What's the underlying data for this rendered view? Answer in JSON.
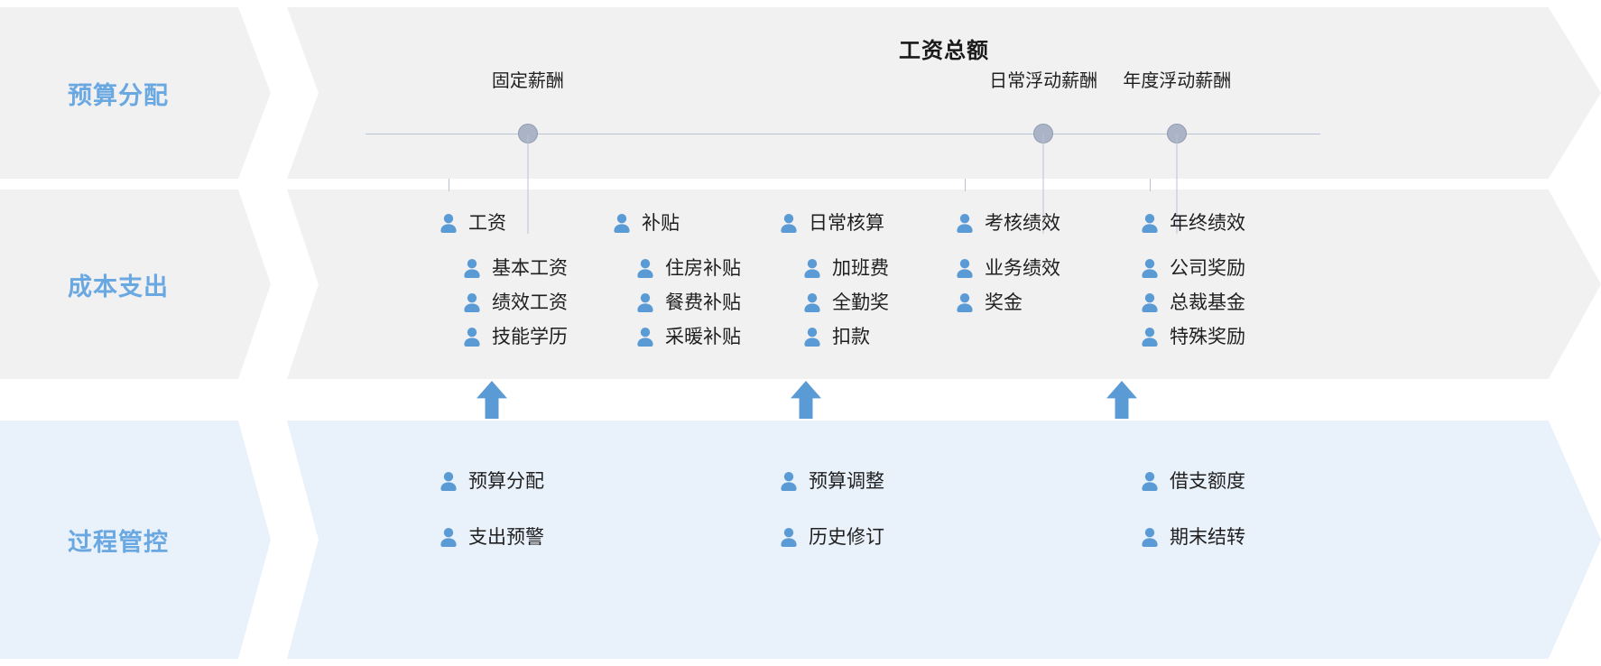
{
  "diagram": {
    "title": "工资总额",
    "bands": [
      {
        "key": "budget",
        "label": "预算分配"
      },
      {
        "key": "cost",
        "label": "成本支出"
      },
      {
        "key": "control",
        "label": "过程管控"
      }
    ]
  },
  "budget_allocation": {
    "pool_title": "工资总额",
    "nodes": [
      {
        "label": "固定薪酬",
        "x_pct": 17.0
      },
      {
        "label": "日常浮动薪酬",
        "x_pct": 71.0
      },
      {
        "label": "年度浮动薪酬",
        "x_pct": 85.0
      }
    ]
  },
  "cost_expenditure": {
    "columns": [
      {
        "head": "工资",
        "children": [
          "基本工资",
          "绩效工资",
          "技能学历"
        ],
        "indent": true
      },
      {
        "head": "补贴",
        "children": [
          "住房补贴",
          "餐费补贴",
          "采暖补贴"
        ],
        "indent": true
      },
      {
        "head": "日常核算",
        "children": [
          "加班费",
          "全勤奖",
          "扣款"
        ],
        "indent": true
      },
      {
        "head": "考核绩效",
        "children": [
          "业务绩效",
          "奖金"
        ],
        "indent": false
      },
      {
        "head": "年终绩效",
        "children": [
          "公司奖励",
          "总裁基金",
          "特殊奖励"
        ],
        "indent": false
      }
    ]
  },
  "process_control": {
    "columns": [
      {
        "items": [
          "预算分配",
          "支出预警"
        ]
      },
      {
        "items": [
          "预算调整",
          "历史修订"
        ]
      },
      {
        "items": [
          "借支额度",
          "期末结转"
        ]
      }
    ]
  },
  "icons": {
    "person": "person-icon",
    "node_dot": "timeline-node-dot",
    "up_arrow": "up-arrow-icon"
  },
  "colors": {
    "accent_blue": "#5b9bd5",
    "label_blue": "#6aa8e2",
    "band_grey": "#f1f1f1",
    "band_tint": "#e9f1fa",
    "node_grey": "#aab4c6",
    "line_grey": "#b9c2d2",
    "text_dark": "#1f1f1f"
  }
}
